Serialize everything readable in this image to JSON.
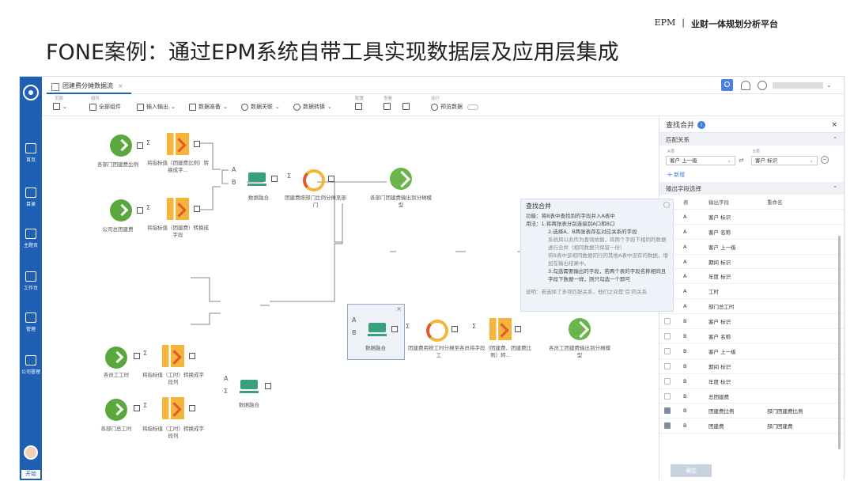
{
  "slide": {
    "brand": "EPM",
    "tagline": "业财一体规划分析平台",
    "title": "FONE案例：通过EPM系统自带工具实现数据层及应用层集成"
  },
  "sidebar": {
    "items": [
      {
        "label": "首页",
        "icon": "home-icon"
      },
      {
        "label": "目录",
        "icon": "folder-icon"
      },
      {
        "label": "主题页",
        "icon": "grid-icon"
      },
      {
        "label": "工作台",
        "icon": "workbench-icon"
      },
      {
        "label": "管理",
        "icon": "user-gear-icon"
      },
      {
        "label": "公司管理",
        "icon": "building-icon"
      }
    ],
    "start": "开始"
  },
  "tab": {
    "label": "团建费分摊数据流"
  },
  "toolbar": {
    "groups": [
      "页面",
      "组件",
      "配置",
      "查看",
      "运行"
    ],
    "all_components": "全部组件",
    "io": "输入输出",
    "prep": "数据准备",
    "join": "数据关联",
    "convert": "数据转换",
    "preview": "预览数据"
  },
  "nodes": {
    "n1": "各部门团建费比例",
    "n2": "将指标值（团建费比例）转换成字...",
    "n3": "公司总团建费",
    "n4": "将指标值（团建费）转换成字段",
    "n5": "数据融合",
    "n6": "团建费按部门比例分摊至部门",
    "n7": "各部门团建费输出到分摊模型",
    "n8": "数据融合",
    "n9": "团建费用按工时分摊至各员工",
    "n10": "将字段（团建费、团建费比例）转...",
    "n11": "各员工团建费输出到分摊模型",
    "n12": "各员工工时",
    "n13": "将指标值（工时）转换成字段列",
    "n14": "数据融合",
    "n15": "各部门总工时",
    "n16": "将指标值（工时）转换成字段列"
  },
  "help": {
    "title": "查找合并",
    "func": "功能：将B表中查找到的字段并入A表中",
    "usage": "用法：1.将两张表分别连接到A口和B口",
    "step2": "2.选择A、B两张表存在对应关系的字段",
    "step2a": "系统将以此作为查询依据，将两个字段下相同的数据进行合并（相同数据只保留一份）",
    "step2b": "将B表中该相同数据同行的其他A表中没有的数据，增加在输出结果中。",
    "step3": "3.勾选需要输出的字段，若两个表的字段名称相同且字段下数据一样，则只勾选一个即可",
    "note": "说明：若选择了多项匹配关系，他们之间是'且'的关系"
  },
  "panel": {
    "title": "查找合并",
    "match_section": "匹配关系",
    "table_a": "A表",
    "table_b": "B表",
    "a_value": "客户 上一级",
    "b_value": "客户 标识",
    "add": "新增",
    "output_section": "输出字段选择",
    "col_table": "表",
    "col_field": "输出字段",
    "col_rename": "重命名",
    "rows": [
      {
        "checked": true,
        "table": "A",
        "field": "客户 标识",
        "rename": ""
      },
      {
        "checked": true,
        "table": "A",
        "field": "客户 名称",
        "rename": ""
      },
      {
        "checked": true,
        "table": "A",
        "field": "客户 上一级",
        "rename": ""
      },
      {
        "checked": true,
        "table": "A",
        "field": "期间 标识",
        "rename": ""
      },
      {
        "checked": true,
        "table": "A",
        "field": "年度 标识",
        "rename": ""
      },
      {
        "checked": true,
        "table": "A",
        "field": "工时",
        "rename": ""
      },
      {
        "checked": true,
        "table": "A",
        "field": "部门总工时",
        "rename": ""
      },
      {
        "checked": false,
        "table": "B",
        "field": "客户 标识",
        "rename": ""
      },
      {
        "checked": false,
        "table": "B",
        "field": "客户 名称",
        "rename": ""
      },
      {
        "checked": false,
        "table": "B",
        "field": "客户 上一级",
        "rename": ""
      },
      {
        "checked": false,
        "table": "B",
        "field": "期间 标识",
        "rename": ""
      },
      {
        "checked": false,
        "table": "B",
        "field": "年度 标识",
        "rename": ""
      },
      {
        "checked": false,
        "table": "B",
        "field": "总团建费",
        "rename": ""
      },
      {
        "checked": true,
        "table": "B",
        "field": "团建费比例",
        "rename": "部门团建费比例"
      },
      {
        "checked": true,
        "table": "B",
        "field": "团建费",
        "rename": "部门团建费"
      }
    ],
    "confirm": "确定"
  },
  "colors": {
    "sidebar": "#1f5fb4",
    "accent": "#3b7ddd"
  }
}
